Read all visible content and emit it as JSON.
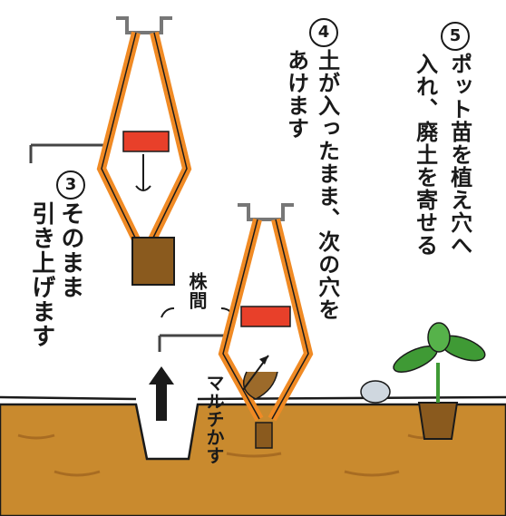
{
  "steps": {
    "step3": {
      "number": "3",
      "line1": "そのまま",
      "line2": "引き上げます"
    },
    "step4": {
      "number": "4",
      "line1": "土が入ったまま、次の穴を",
      "line2": "あけます"
    },
    "step5": {
      "number": "5",
      "line1": "ポット苗を植え穴へ",
      "line2": "入れ、廃土を寄せる"
    }
  },
  "labels": {
    "spacing": "株間",
    "mulch": "マルチかす"
  },
  "colors": {
    "soil": "#c98a2e",
    "soil_dark": "#8a5a1e",
    "tool_orange": "#f08a24",
    "tool_red": "#e8402a",
    "leaf_green": "#3f9a35",
    "outline": "#1a1a1a"
  },
  "icons": [
    "transplanter-tool-icon",
    "up-arrow-icon",
    "seedling-pot-icon"
  ]
}
